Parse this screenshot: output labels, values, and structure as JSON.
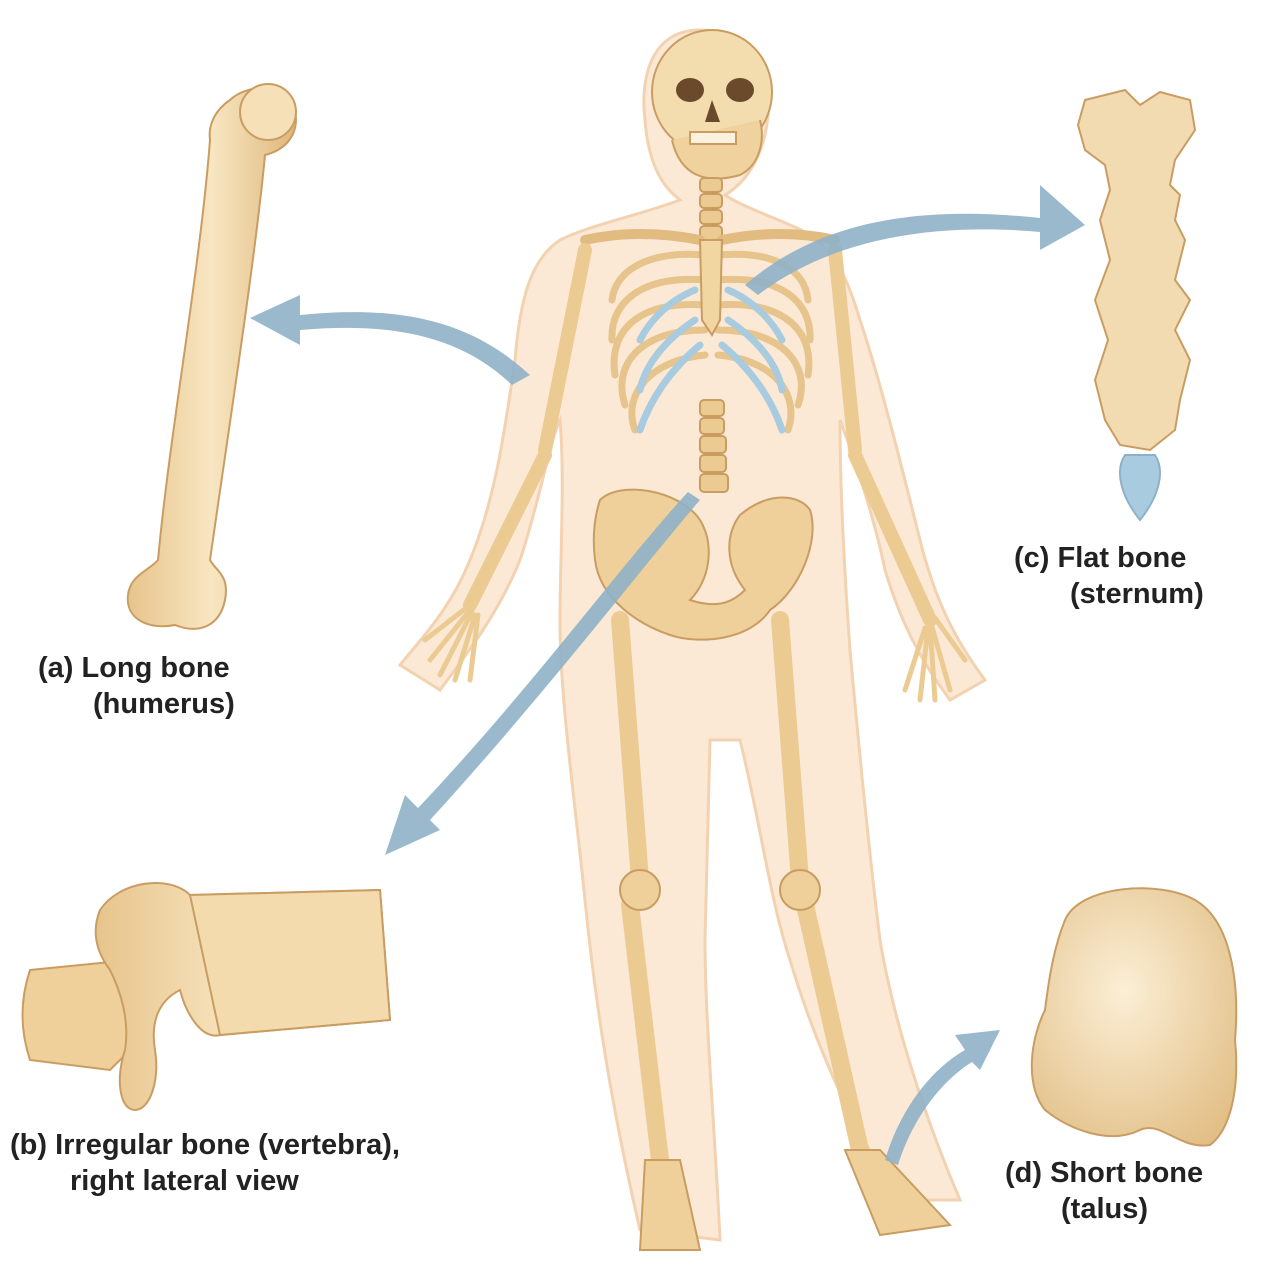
{
  "colors": {
    "bone": "#f0d7a4",
    "bone_shade": "#d9b27a",
    "bone_light": "#fbeed3",
    "cartilage": "#a9cbe0",
    "arrow": "#8fb1c8",
    "body_outline": "#f6dcc0",
    "label_text": "#222222"
  },
  "labels": {
    "a": {
      "line1": "(a) Long bone",
      "line2": "(humerus)"
    },
    "b": {
      "line1": "(b) Irregular bone (vertebra),",
      "line2": "right lateral view"
    },
    "c": {
      "line1": "(c) Flat bone",
      "line2": "(sternum)"
    },
    "d": {
      "line1": "(d) Short bone",
      "line2": "(talus)"
    }
  }
}
